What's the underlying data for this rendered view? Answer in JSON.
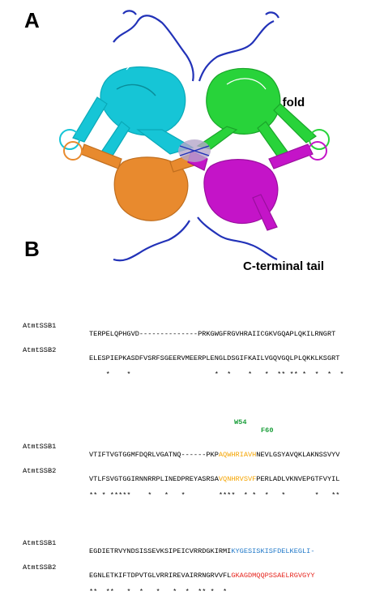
{
  "panel_a_label": "A",
  "panel_b_label": "B",
  "ob_fold_label": "OB fold",
  "c_terminal_label": "C-terminal tail",
  "colors": {
    "chain_cyan": "#16c5d6",
    "chain_green": "#28d33a",
    "chain_orange": "#e88a2e",
    "chain_magenta": "#c414c8",
    "tail_blue": "#2232b8",
    "hl_orange": "#f5a400",
    "hl_blue": "#1f78c8",
    "hl_red": "#e6261f",
    "mut_green": "#1a9e3a"
  },
  "alignment": {
    "block1": {
      "ssb1_name": "AtmtSSB1",
      "ssb1_seq": "TERPELQPHGVD--------------PRKGWGFRGVHRAIICGKVGQAPLQKILRNGRT",
      "ssb2_name": "AtmtSSB2",
      "ssb2_seq": "ELESPIEPKASDFVSRFSGEERVMEERPLENGLDSGIFKAILVGQVGQLPLQKKLKSGRT",
      "cons": "    *    *                    *  *    *   *  ** ** *  *  *  *"
    },
    "markers": {
      "w54": "W54",
      "f60": "F60"
    },
    "block2": {
      "ssb1_name": "AtmtSSB1",
      "ssb1_pre": "VTIFTVGTGGMFDQRLVGATNQ------PKP",
      "ssb1_hl": "AQWHRIAVH",
      "ssb1_post": "NEVLGSYAVQKLAKNSSVYV",
      "ssb2_name": "AtmtSSB2",
      "ssb2_pre": "VTLFSVGTGGIRNNRRPLINEDPREYASRSA",
      "ssb2_hl": "VQNHRVSVF",
      "ssb2_post": "PERLADLVKNVEPGTFVYIL",
      "cons": "** * *****    *   *   *        ****  * *  *   *       *   **"
    },
    "block3": {
      "ssb1_name": "AtmtSSB1",
      "ssb1_pre": "EGDIETRVYNDSISSEVKSIPEICVRRDGKIRMI",
      "ssb1_hl": "KYGESISKISFDELKEGLI-",
      "ssb2_name": "AtmtSSB2",
      "ssb2_pre": "EGNLETKIFTDPVTGLVRRIREVAIRRNGRVVFL",
      "ssb2_hl": "GKAGDMQQPSSAELRGVGYY",
      "cons": "**  **   *  *   *   *  *  ** *  *"
    }
  }
}
